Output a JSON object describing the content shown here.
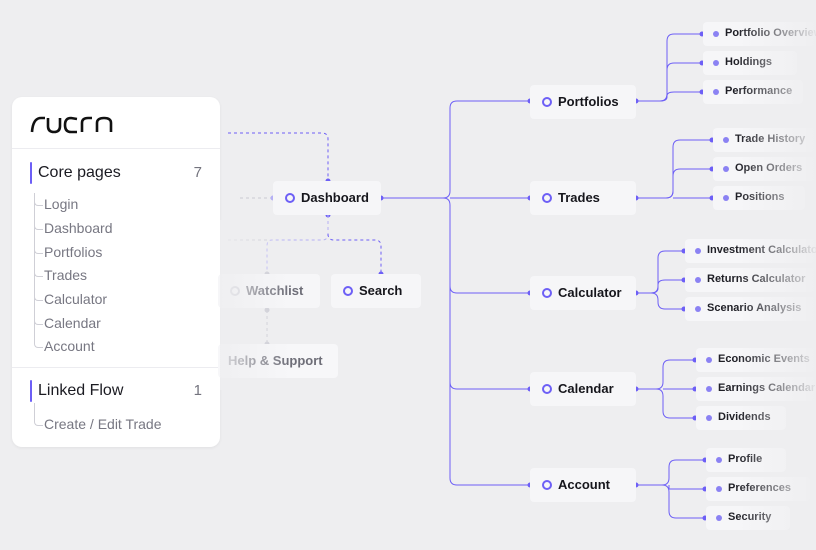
{
  "logo_text": "LUCRA",
  "colors": {
    "accent": "#6d5ff6",
    "leaf_dot": "#8b82f3",
    "background": "#eeeef0",
    "faded": "#c9c9d2"
  },
  "sidebar": {
    "core": {
      "title": "Core pages",
      "count": "7",
      "items": [
        "Login",
        "Dashboard",
        "Portfolios",
        "Trades",
        "Calculator",
        "Calendar",
        "Account"
      ]
    },
    "linked": {
      "title": "Linked Flow",
      "count": "1",
      "items": [
        "Create / Edit Trade"
      ]
    }
  },
  "diagram": {
    "dashboard": "Dashboard",
    "watchlist": "Watchlist",
    "search": "Search",
    "help": "Help & Support",
    "sections": [
      {
        "label": "Portfolios",
        "children": [
          "Portfolio Overview",
          "Holdings",
          "Performance"
        ]
      },
      {
        "label": "Trades",
        "children": [
          "Trade History",
          "Open Orders",
          "Positions"
        ]
      },
      {
        "label": "Calculator",
        "children": [
          "Investment Calculator",
          "Returns Calculator",
          "Scenario Analysis"
        ]
      },
      {
        "label": "Calendar",
        "children": [
          "Economic Events",
          "Earnings Calendar",
          "Dividends"
        ]
      },
      {
        "label": "Account",
        "children": [
          "Profile",
          "Preferences",
          "Security"
        ]
      }
    ]
  }
}
